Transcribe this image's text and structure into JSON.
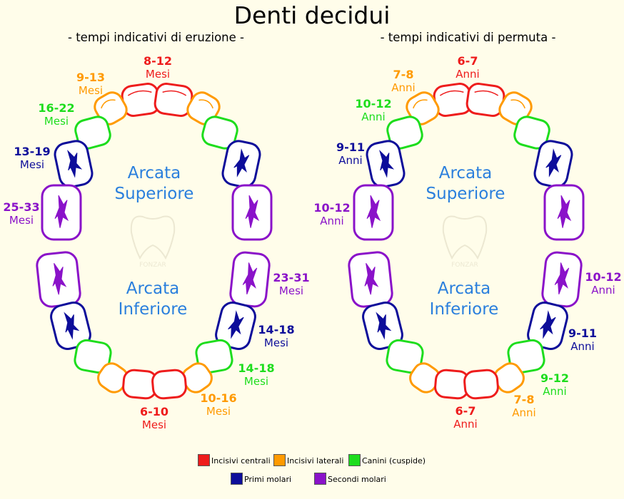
{
  "title": "Denti decidui",
  "subtitle_left": "- tempi indicativi di eruzione -",
  "subtitle_right": "- tempi indicativi di permuta -",
  "colors": {
    "central": "#ee1c1c",
    "lateral": "#ff9a00",
    "canine": "#1ddd1d",
    "first_molar": "#0d0d9a",
    "second_molar": "#8a12c9",
    "arch_text": "#2a7fdd",
    "background": "#fffdea"
  },
  "arches": {
    "upper": [
      "Arcata",
      "Superiore"
    ],
    "lower": [
      "Arcata",
      "Inferiore"
    ]
  },
  "watermark": "FONZAR",
  "eruption": {
    "upper_central": {
      "range": "8-12",
      "unit": "Mesi"
    },
    "upper_lateral": {
      "range": "9-13",
      "unit": "Mesi"
    },
    "upper_canine": {
      "range": "16-22",
      "unit": "Mesi"
    },
    "upper_first_molar": {
      "range": "13-19",
      "unit": "Mesi"
    },
    "upper_second_molar": {
      "range": "25-33",
      "unit": "Mesi"
    },
    "lower_second_molar": {
      "range": "23-31",
      "unit": "Mesi"
    },
    "lower_first_molar": {
      "range": "14-18",
      "unit": "Mesi"
    },
    "lower_canine": {
      "range": "14-18",
      "unit": "Mesi"
    },
    "lower_lateral": {
      "range": "10-16",
      "unit": "Mesi"
    },
    "lower_central": {
      "range": "6-10",
      "unit": "Mesi"
    }
  },
  "exfoliation": {
    "upper_central": {
      "range": "6-7",
      "unit": "Anni"
    },
    "upper_lateral": {
      "range": "7-8",
      "unit": "Anni"
    },
    "upper_canine": {
      "range": "10-12",
      "unit": "Anni"
    },
    "upper_first_molar": {
      "range": "9-11",
      "unit": "Anni"
    },
    "upper_second_molar": {
      "range": "10-12",
      "unit": "Anni"
    },
    "lower_second_molar": {
      "range": "10-12",
      "unit": "Anni"
    },
    "lower_first_molar": {
      "range": "9-11",
      "unit": "Anni"
    },
    "lower_canine": {
      "range": "9-12",
      "unit": "Anni"
    },
    "lower_lateral": {
      "range": "7-8",
      "unit": "Anni"
    },
    "lower_central": {
      "range": "6-7",
      "unit": "Anni"
    }
  },
  "legend": [
    {
      "label": "Incisivi centrali",
      "color": "#ee1c1c"
    },
    {
      "label": "Incisivi laterali",
      "color": "#ff9a00"
    },
    {
      "label": "Canini (cuspide)",
      "color": "#1ddd1d"
    },
    {
      "label": "Primi molari",
      "color": "#0d0d9a"
    },
    {
      "label": "Secondi molari",
      "color": "#8a12c9"
    }
  ]
}
